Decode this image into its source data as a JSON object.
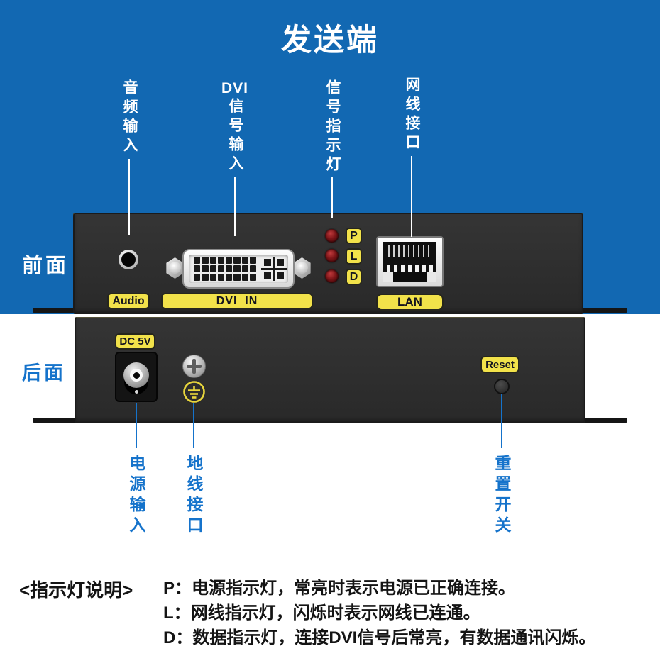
{
  "title": "发送端",
  "front": {
    "side_label": "前面",
    "callouts": [
      {
        "head": "",
        "vert": "音频输入"
      },
      {
        "head": "DVI",
        "vert": "信号输入"
      },
      {
        "head": "",
        "vert": "信号指示灯"
      },
      {
        "head": "",
        "vert": "网线接口"
      }
    ],
    "audio_label": "Audio",
    "dvi_label": "DVI  IN",
    "lan_label": "LAN",
    "leds": [
      "P",
      "L",
      "D"
    ]
  },
  "back": {
    "side_label": "后面",
    "dc_label": "DC 5V",
    "reset_label": "Reset",
    "callouts": [
      "电源输入",
      "地线接口",
      "重置开关"
    ]
  },
  "notes": {
    "title": "<指示灯说明>",
    "items": [
      "P：电源指示灯，常亮时表示电源已正确连接。",
      "L：网线指示灯，闪烁时表示网线已连通。",
      "D：数据指示灯，连接DVI信号后常亮，有数据通讯闪烁。"
    ]
  },
  "colors": {
    "banner_blue": "#1268b2",
    "callout_blue": "#1573cb",
    "label_yellow": "#f2e24a",
    "panel_black": "#2e2e2e",
    "led_red": "#8a1518"
  }
}
